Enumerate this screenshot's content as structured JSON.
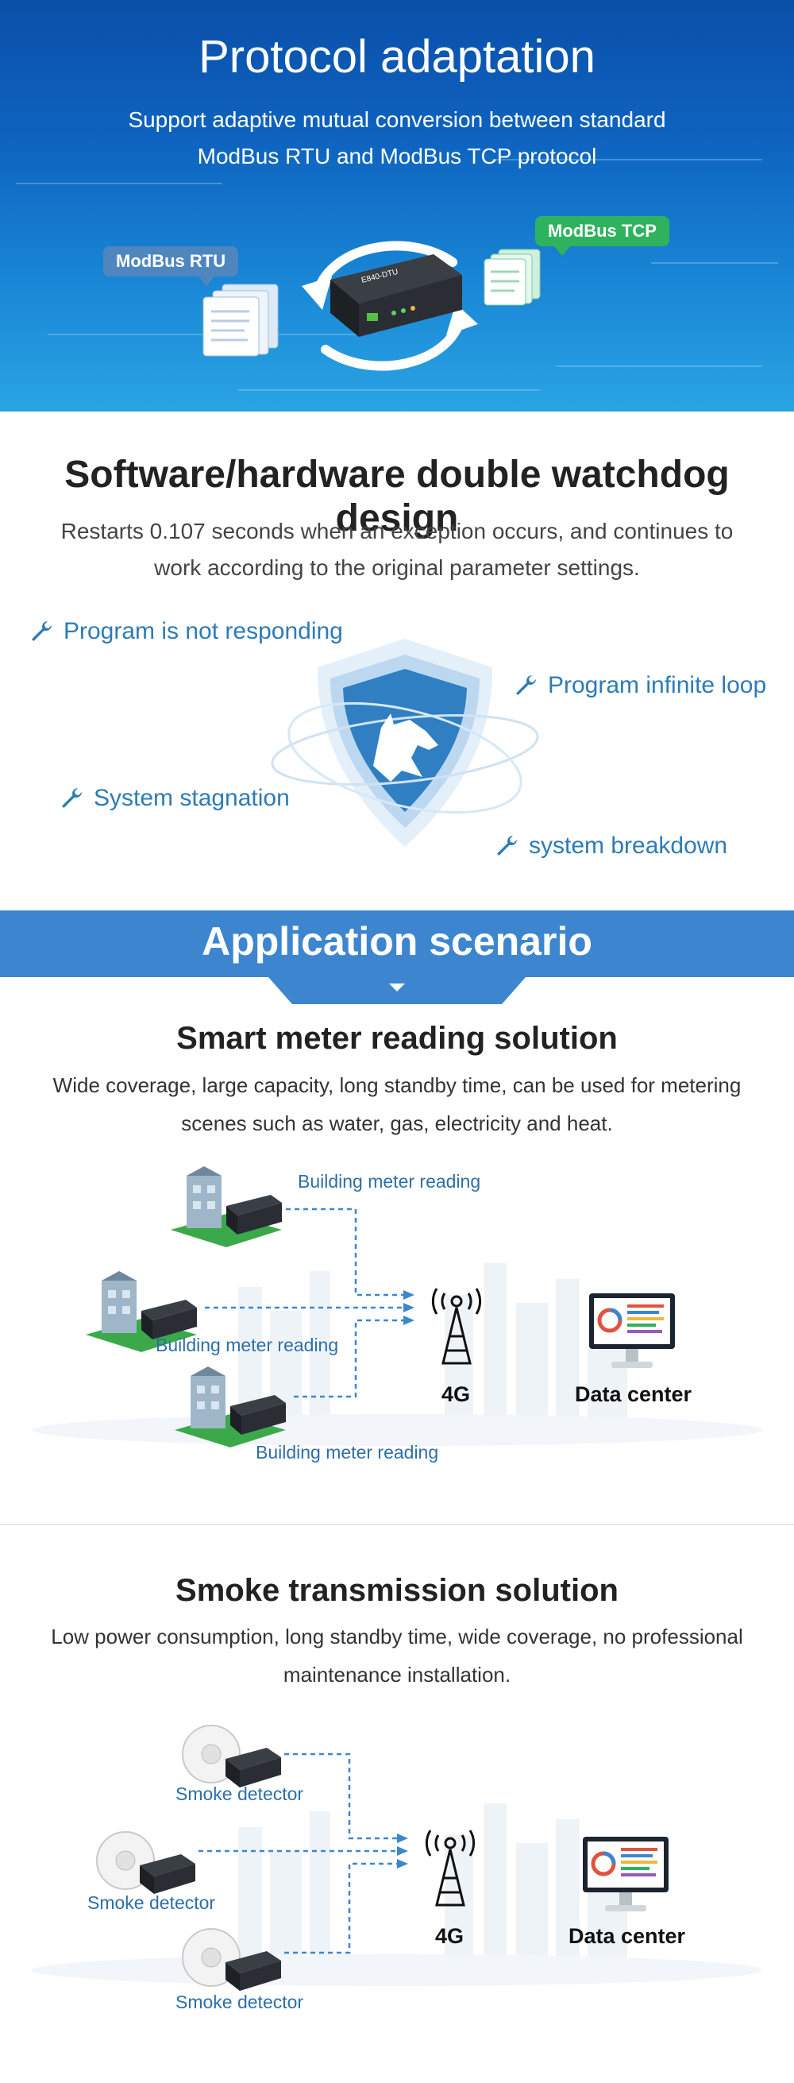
{
  "protocol": {
    "title": "Protocol adaptation",
    "subtitle": "Support adaptive mutual conversion between standard ModBus RTU and ModBus TCP protocol",
    "tag_rtu": "ModBus RTU",
    "tag_tcp": "ModBus TCP",
    "device_label": "E840-DTU"
  },
  "watchdog": {
    "title": "Software/hardware double watchdog design",
    "subtitle": "Restarts 0.107 seconds when an exception occurs, and continues to work according to the original parameter settings.",
    "items": [
      {
        "label": "Program is not responding",
        "icon": "wrench-icon"
      },
      {
        "label": "Program infinite loop",
        "icon": "wrench-icon"
      },
      {
        "label": "System stagnation",
        "icon": "wrench-icon"
      },
      {
        "label": "system breakdown",
        "icon": "wrench-icon"
      }
    ],
    "shield_icon": "shield-dog-icon"
  },
  "application": {
    "banner_title": "Application scenario",
    "meter": {
      "title": "Smart meter reading solution",
      "subtitle": "Wide coverage, large capacity, long standby time, can be used for metering scenes such as water, gas, electricity and heat.",
      "nodes": [
        "Building meter reading",
        "Building meter reading",
        "Building meter reading"
      ],
      "tower_label": "4G",
      "center_label": "Data center"
    },
    "smoke": {
      "title": "Smoke transmission solution",
      "subtitle": "Low power consumption, long standby time, wide coverage, no professional maintenance installation.",
      "nodes": [
        "Smoke detector",
        "Smoke detector",
        "Smoke detector"
      ],
      "tower_label": "4G",
      "center_label": "Data center"
    }
  },
  "colors": {
    "accent_blue": "#3d86cf",
    "label_blue": "#2d6fa8",
    "tag_green": "#2fb25d",
    "tag_blue": "#4f86c0"
  }
}
